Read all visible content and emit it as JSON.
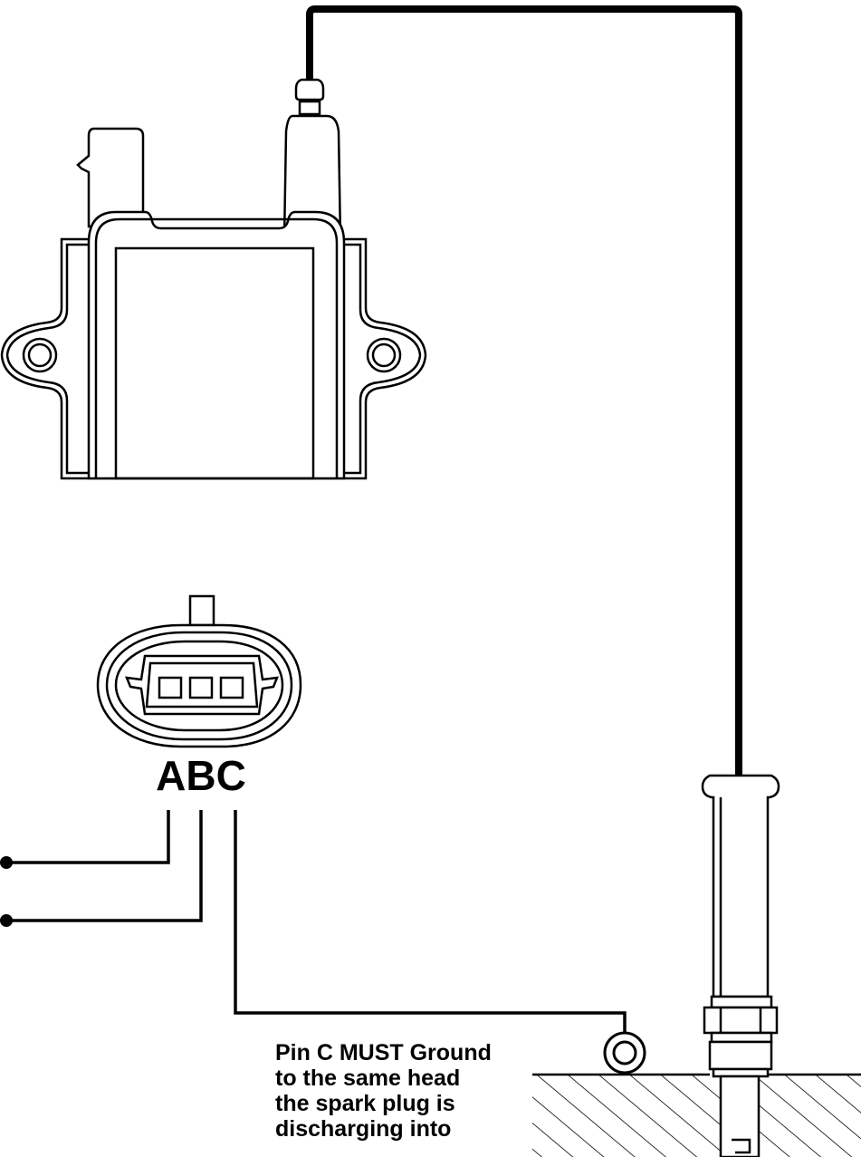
{
  "connector": {
    "pin_labels": "ABC"
  },
  "note": {
    "lines": [
      "Pin C MUST Ground",
      "to the same head",
      "the spark plug is",
      "discharging into"
    ]
  },
  "colors": {
    "line": "#000000",
    "background": "#ffffff"
  },
  "icons": {
    "coil": "ignition-coil-icon",
    "connector": "three-pin-connector-icon",
    "spark_plug": "spark-plug-icon",
    "ground": "ground-ring-terminal-icon"
  }
}
